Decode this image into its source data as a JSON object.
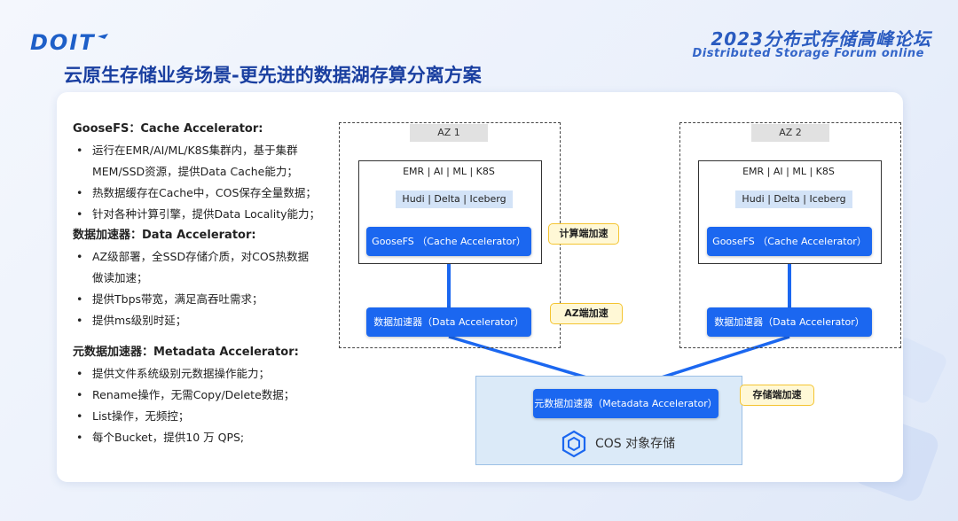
{
  "header": {
    "logo": "DOIT",
    "forum_title": "2023分布式存储高峰论坛",
    "forum_subtitle": "Distributed Storage Forum online",
    "page_title": "云原生存储业务场景-更先进的数据湖存算分离方案"
  },
  "left_panel": {
    "sections": [
      {
        "heading": "GooseFS：Cache Accelerator:",
        "bullets": [
          "运行在EMR/AI/ML/K8S集群内，基于集群",
          "MEM/SSD资源，提供Data Cache能力；",
          "热数据缓存在Cache中，COS保存全量数据；",
          "针对各种计算引擎，提供Data Locality能力；"
        ]
      },
      {
        "heading": "数据加速器：Data Accelerator:",
        "bullets": [
          "AZ级部署，全SSD存储介质，对COS热数据",
          "做读加速；",
          "提供Tbps带宽，满足高吞吐需求；",
          "提供ms级别时延；"
        ]
      },
      {
        "heading": "元数据加速器：Metadata Accelerator:",
        "bullets": [
          "提供文件系统级别元数据操作能力；",
          "Rename操作，无需Copy/Delete数据；",
          "List操作，无频控；",
          "每个Bucket，提供10 万 QPS;"
        ]
      }
    ]
  },
  "diagram": {
    "az1": {
      "label": "AZ 1",
      "engines": "EMR  |  AI  |  ML  |  K8S",
      "formats": "Hudi  | Delta | Iceberg",
      "goosefs": "GooseFS （Cache Accelerator）",
      "data_accel": "数据加速器（Data Accelerator）"
    },
    "az2": {
      "label": "AZ 2",
      "engines": "EMR  |  AI  |  ML  | K8S",
      "formats": "Hudi  | Delta | Iceberg",
      "goosefs": "GooseFS （Cache Accelerator）",
      "data_accel": "数据加速器（Data Accelerator）"
    },
    "metadata_accel": "元数据加速器（Metadata Accelerator）",
    "cos_label": "COS 对象存储",
    "tags": {
      "compute": "计算端加速",
      "az": "AZ端加速",
      "storage": "存储端加速"
    },
    "colors": {
      "accent": "#1b67f0",
      "tag_border": "#f4c431",
      "cos_bg": "#dbeaf8"
    }
  }
}
